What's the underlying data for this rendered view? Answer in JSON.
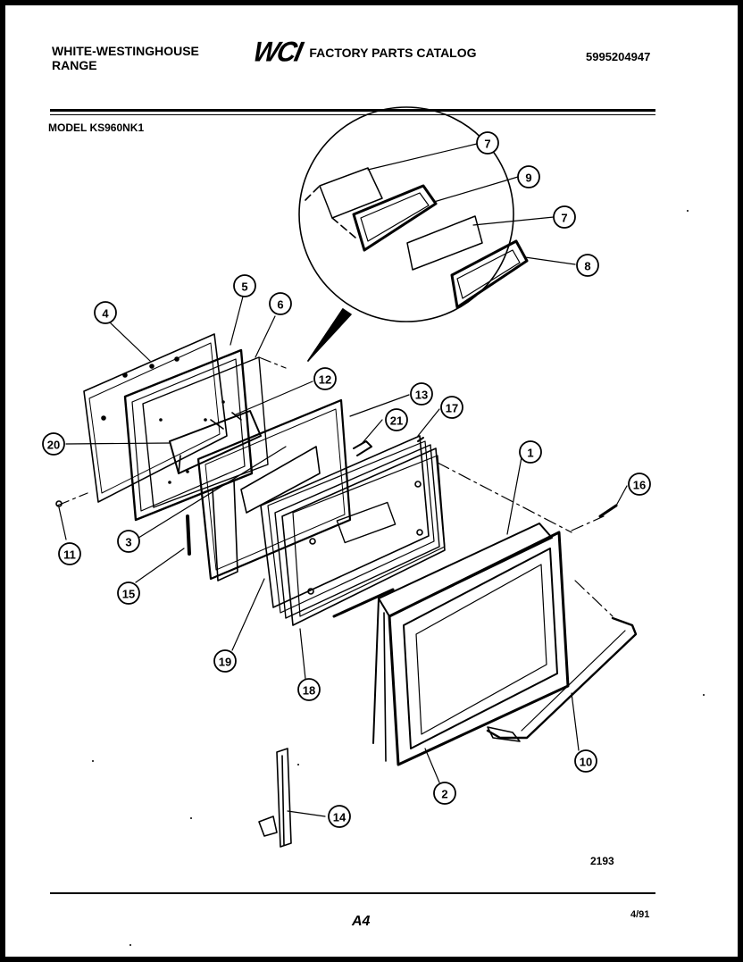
{
  "header": {
    "brand_line1": "WHITE-WESTINGHOUSE",
    "brand_line2": "RANGE",
    "logo_text": "WCI",
    "catalog_title": "FACTORY PARTS CATALOG",
    "part_number": "5995204947"
  },
  "model_label": "MODEL KS960NK1",
  "callouts": [
    "7",
    "9",
    "7",
    "8",
    "5",
    "6",
    "4",
    "12",
    "13",
    "21",
    "17",
    "20",
    "1",
    "16",
    "3",
    "11",
    "15",
    "19",
    "18",
    "10",
    "2",
    "14"
  ],
  "footer": {
    "drawing_number": "2193",
    "page_code": "A4",
    "date": "4/91"
  }
}
